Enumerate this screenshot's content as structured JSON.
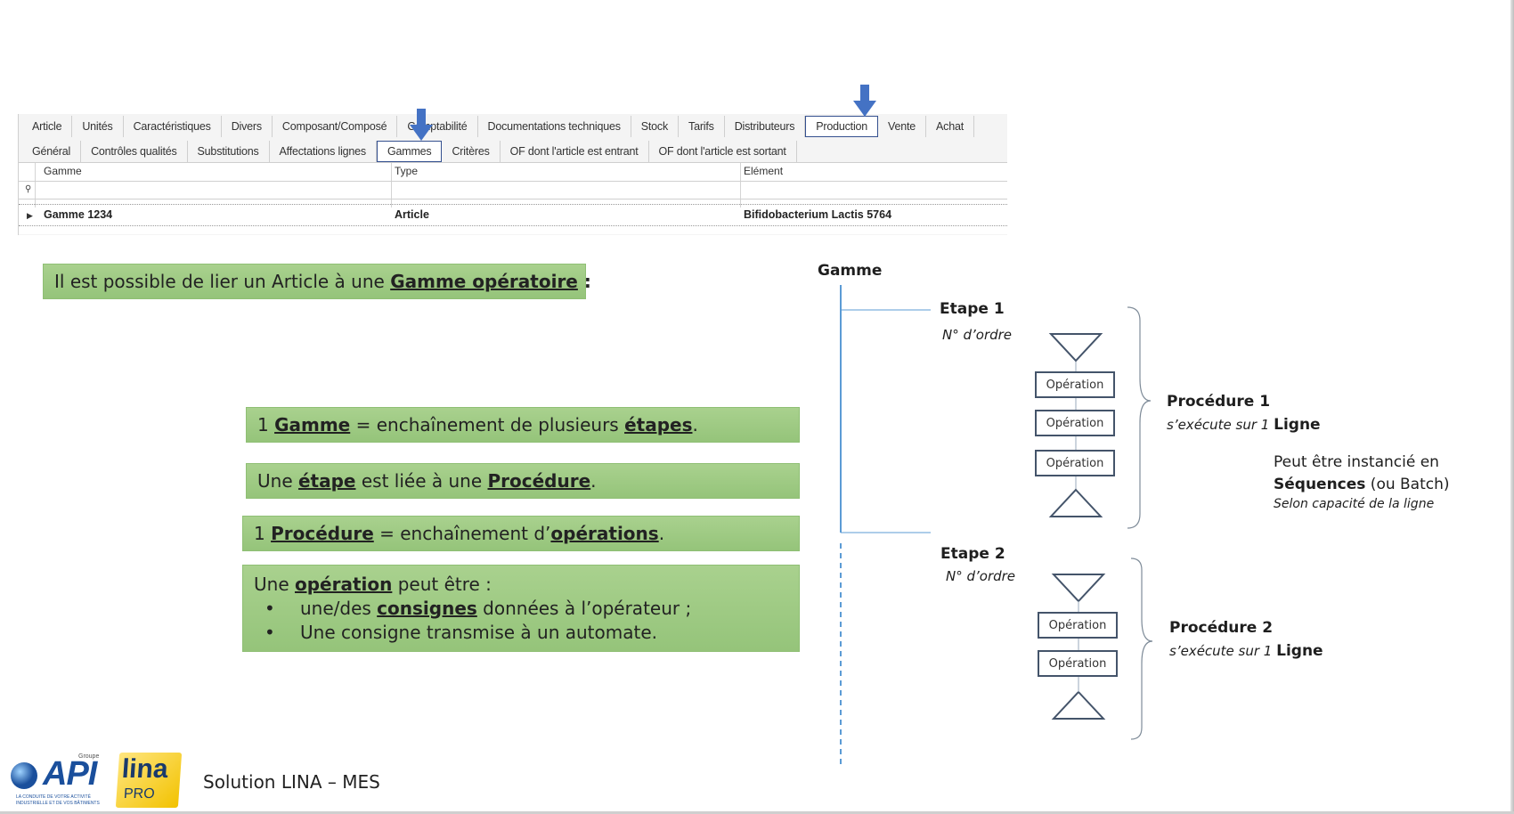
{
  "app": {
    "tabs_top": [
      "Article",
      "Unités",
      "Caractéristiques",
      "Divers",
      "Composant/Composé",
      "Comptabilité",
      "Documentations techniques",
      "Stock",
      "Tarifs",
      "Distributeurs",
      "Production",
      "Vente",
      "Achat"
    ],
    "tabs_sub": [
      "Général",
      "Contrôles qualités",
      "Substitutions",
      "Affectations lignes",
      "Gammes",
      "Critères",
      "OF dont l'article est entrant",
      "OF dont l'article est sortant"
    ],
    "active_top": "Production",
    "active_sub": "Gammes",
    "grid": {
      "headers": [
        "Gamme",
        "Type",
        "Elément"
      ],
      "row": {
        "gamme": "Gamme 1234",
        "type": "Article",
        "element": "Bifidobacterium Lactis 5764"
      }
    }
  },
  "boxes": {
    "intro": {
      "pre": "Il est possible de lier un Article à une ",
      "bold": "Gamme opératoire",
      "post": " :"
    },
    "b1": {
      "p1": "1 ",
      "k1": "Gamme",
      "p2": " = enchaînement de plusieurs ",
      "k2": "étapes",
      "p3": "."
    },
    "b2": {
      "p1": "Une ",
      "k1": "étape",
      "p2": " est liée à une ",
      "k2": "Procédure",
      "p3": "."
    },
    "b3": {
      "p1": "1 ",
      "k1": "Procédure",
      "p2": " = enchaînement d’",
      "k2": "opérations",
      "p3": "."
    },
    "b4": {
      "p1": "Une ",
      "k1": "opération",
      "p2": " peut être :",
      "li1_pre": "une/des ",
      "li1_bold": "consignes",
      "li1_post": " données à l’opérateur ;",
      "li2": "Une consigne transmise à un automate.",
      "bullet": "•"
    }
  },
  "diagram": {
    "title": "Gamme",
    "etape1": "Etape 1",
    "ordre1": "N° d’ordre",
    "etape2": "Etape 2",
    "ordre2": "N° d’ordre",
    "operation": "Opération",
    "proc1": "Procédure 1",
    "proc1_sub_pre": "s’exécute sur 1 ",
    "proc1_sub_bold": "Ligne",
    "proc2": "Procédure 2",
    "proc2_sub_pre": "s’exécute sur 1 ",
    "proc2_sub_bold": "Ligne",
    "note_l1": "Peut être instancié en",
    "note_l2_bold": "Séquences",
    "note_l2_post": " (ou Batch)",
    "note_l3": "Selon capacité de la ligne"
  },
  "footer": {
    "text": "Solution LINA – MES",
    "api_logo": "API",
    "api_groupe": "Groupe",
    "api_tagline1": "LA CONDUITE DE VOTRE ACTIVITÉ",
    "api_tagline2": "INDUSTRIELLE ET DE VOS BÂTIMENTS",
    "lina_logo": "lina",
    "lina_pro": "PRO"
  },
  "colors": {
    "green": "#a9d18e",
    "arrow": "#4472c4",
    "diagram_line": "#5b9bd5",
    "box_border": "#44546a"
  }
}
